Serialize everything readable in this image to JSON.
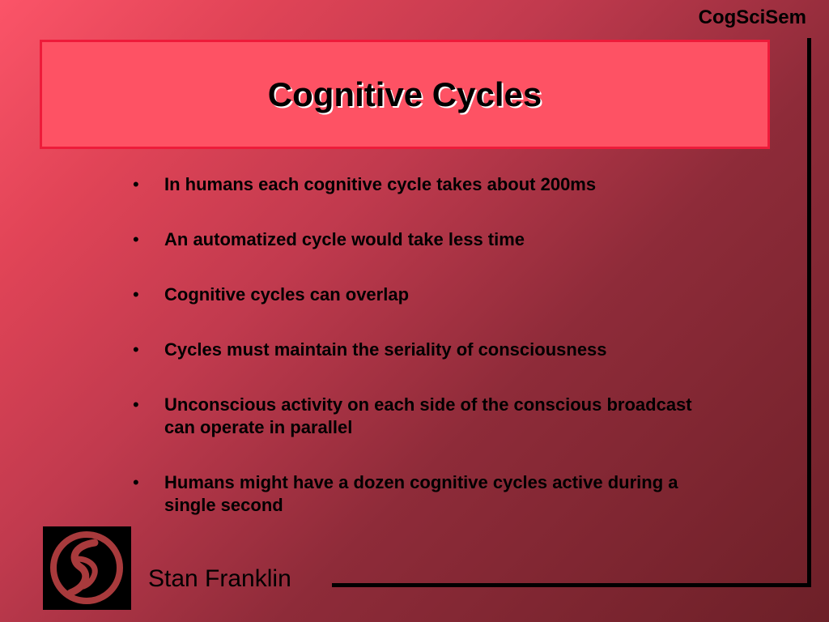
{
  "slide": {
    "corner_label": "CogSciSem",
    "title": "Cognitive Cycles",
    "bullets": [
      "In humans each cognitive cycle takes about 200ms",
      "An automatized cycle would take less time",
      "Cognitive cycles can overlap",
      "Cycles must maintain the seriality of consciousness",
      "Unconscious activity on each side of the conscious broadcast can operate in parallel",
      "Humans might have a dozen cognitive cycles active during a single second"
    ],
    "bullet_glyph": "•",
    "author": "Stan Franklin",
    "logo_icon": "university-of-memphis-logo-icon"
  },
  "colors": {
    "background_start": "#fb5468",
    "background_end": "#6d2028",
    "title_box": "#fe5264",
    "title_border": "#ee1b3a",
    "text": "#000000"
  }
}
